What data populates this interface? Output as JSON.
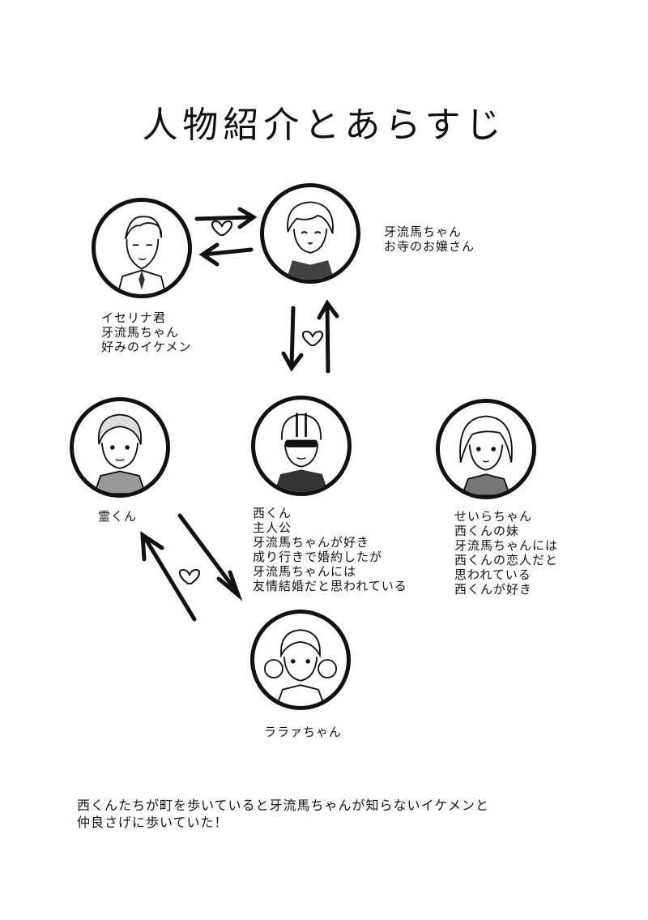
{
  "title": "人物紹介とあらすじ",
  "characters": {
    "iserina": {
      "lines": [
        "イセリナ君",
        "牙流馬ちゃん",
        "好みのイケメン"
      ]
    },
    "garuma": {
      "lines": [
        "牙流馬ちゃん",
        "お寺のお嬢さん"
      ]
    },
    "rei": {
      "lines": [
        "霊くん"
      ]
    },
    "nishi": {
      "lines": [
        "西くん",
        "主人公",
        "牙流馬ちゃんが好き",
        "成り行きで婚約したが",
        "牙流馬ちゃんには",
        "友情結婚だと思われている"
      ]
    },
    "seira": {
      "lines": [
        "せいらちゃん",
        "西くんの妹",
        "牙流馬ちゃんには",
        "西くんの恋人だと",
        "思われている",
        "西くんが好き"
      ]
    },
    "rara": {
      "lines": [
        "ララァちゃん"
      ]
    }
  },
  "icons": [
    "heart-icon",
    "arrow-icon"
  ],
  "synopsis": [
    "西くんたちが町を歩いていると牙流馬ちゃんが知らないイケメンと",
    "仲良さげに歩いていた！"
  ]
}
